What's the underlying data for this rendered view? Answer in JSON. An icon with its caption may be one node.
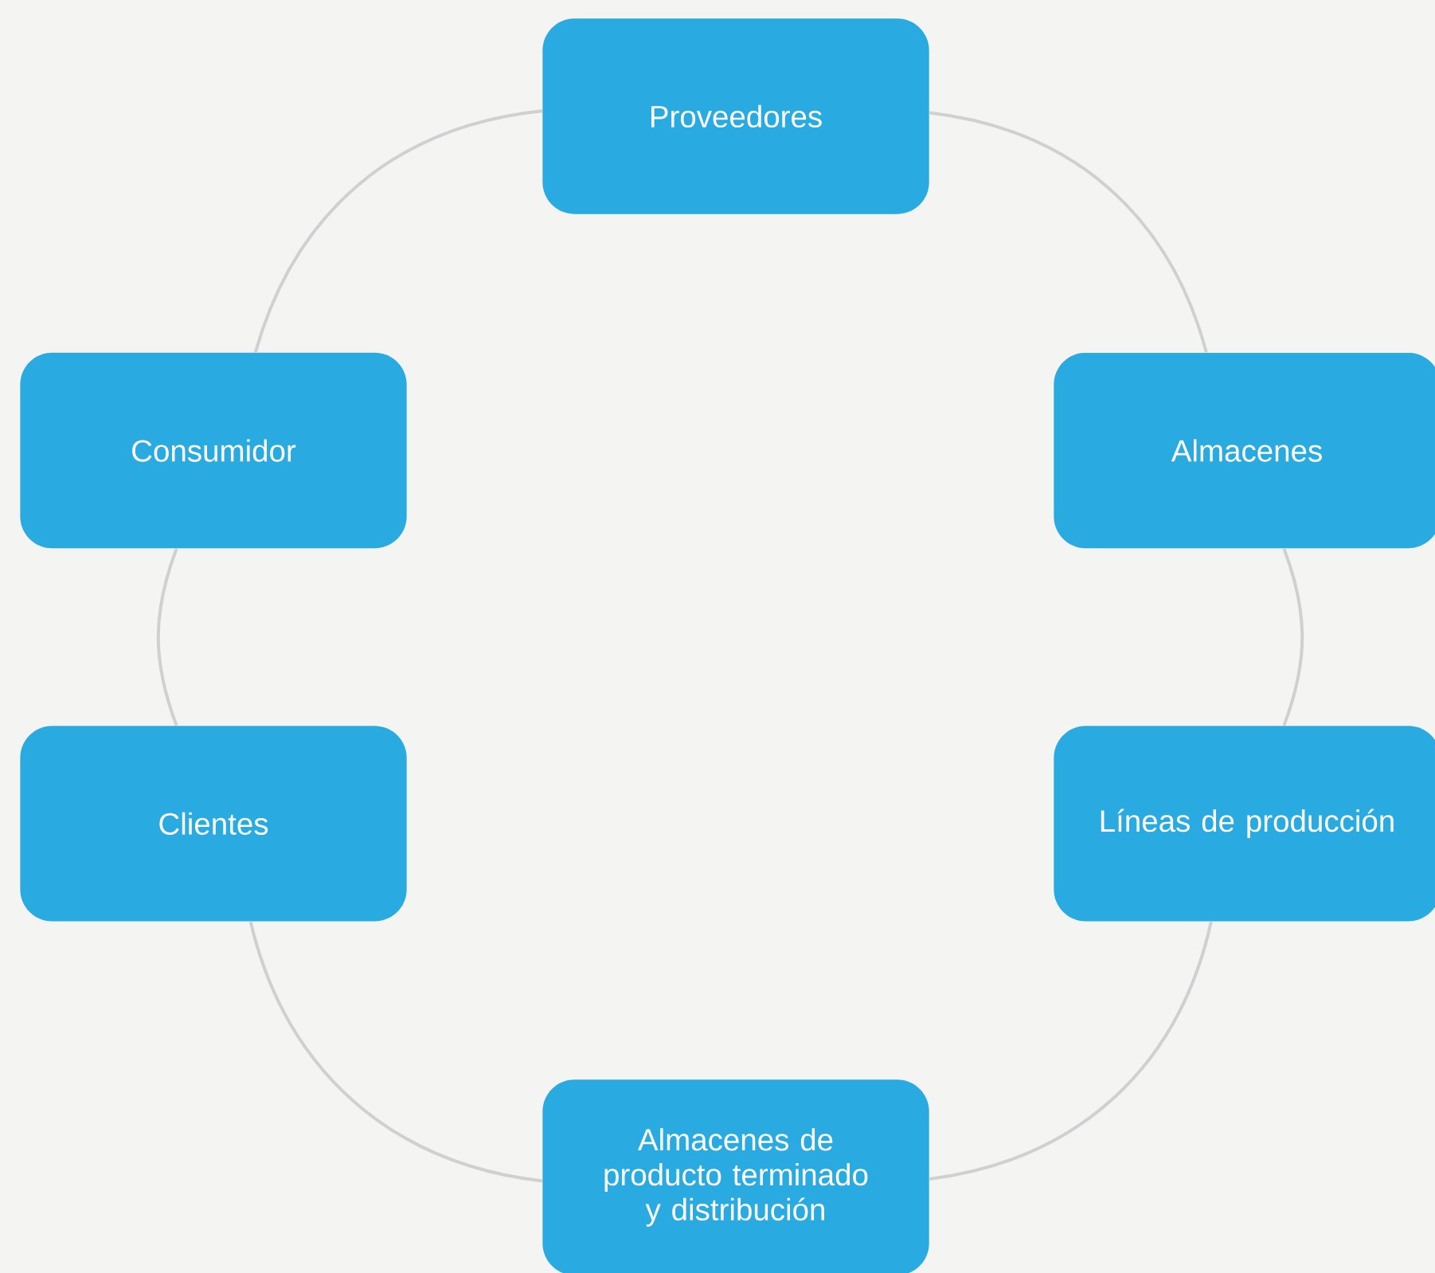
{
  "diagram": {
    "nodes": [
      {
        "text": [
          "Proveedores"
        ]
      },
      {
        "text": [
          "Almacenes"
        ]
      },
      {
        "text": [
          "Líneas de producción"
        ]
      },
      {
        "text": [
          "Almacenes de producto terminado y distribución"
        ]
      },
      {
        "text": [
          "Clientes"
        ]
      },
      {
        "text": [
          "Consumidor"
        ]
      }
    ],
    "edges": [
      {
        "from": 0,
        "to": 1,
        "arrow": "none"
      },
      {
        "from": 1,
        "to": 2,
        "arrow": "none"
      },
      {
        "from": 2,
        "to": 3,
        "arrow": "none"
      },
      {
        "from": 3,
        "to": 4,
        "arrow": "none"
      },
      {
        "from": 4,
        "to": 5,
        "arrow": "none"
      },
      {
        "from": 5,
        "to": 0,
        "arrow": "none"
      }
    ]
  }
}
